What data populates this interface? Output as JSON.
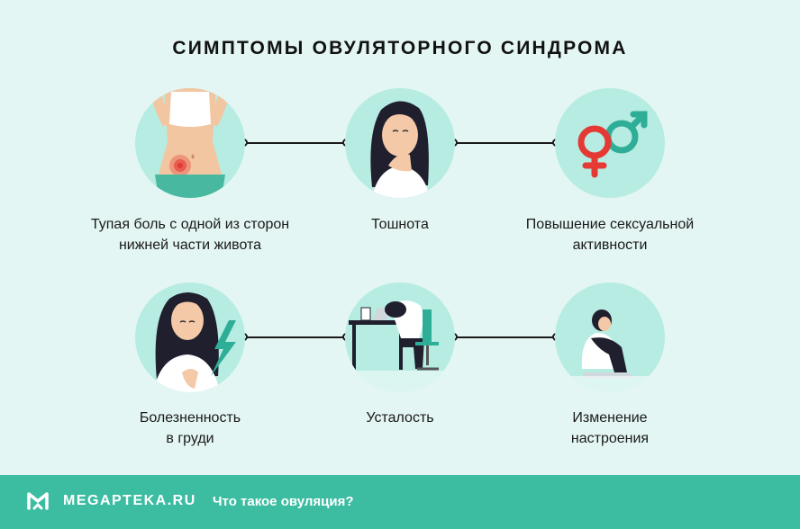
{
  "title": "СИМПТОМЫ ОВУЛЯТОРНОГО СИНДРОМА",
  "symptoms": [
    {
      "line1": "Тупая боль с одной из сторон",
      "line2": "нижней части живота",
      "icon": "abdomen-pain-icon"
    },
    {
      "line1": "Тошнота",
      "line2": "",
      "icon": "nausea-woman-icon"
    },
    {
      "line1": "Повышение сексуальной",
      "line2": "активности",
      "icon": "gender-symbols-icon"
    },
    {
      "line1": "Болезненность",
      "line2": "в груди",
      "icon": "chest-pain-icon"
    },
    {
      "line1": "Усталость",
      "line2": "",
      "icon": "fatigue-desk-icon"
    },
    {
      "line1": "Изменение",
      "line2": "настроения",
      "icon": "mood-change-icon"
    }
  ],
  "footer": {
    "brand": "MEGAPTEKA.RU",
    "link": "Что такое овуляция?",
    "icon": "megapteka-logo-icon"
  },
  "colors": {
    "background": "#e3f6f3",
    "circle": "#b7ece2",
    "footer": "#3cbda2",
    "pain": "#e53935"
  }
}
